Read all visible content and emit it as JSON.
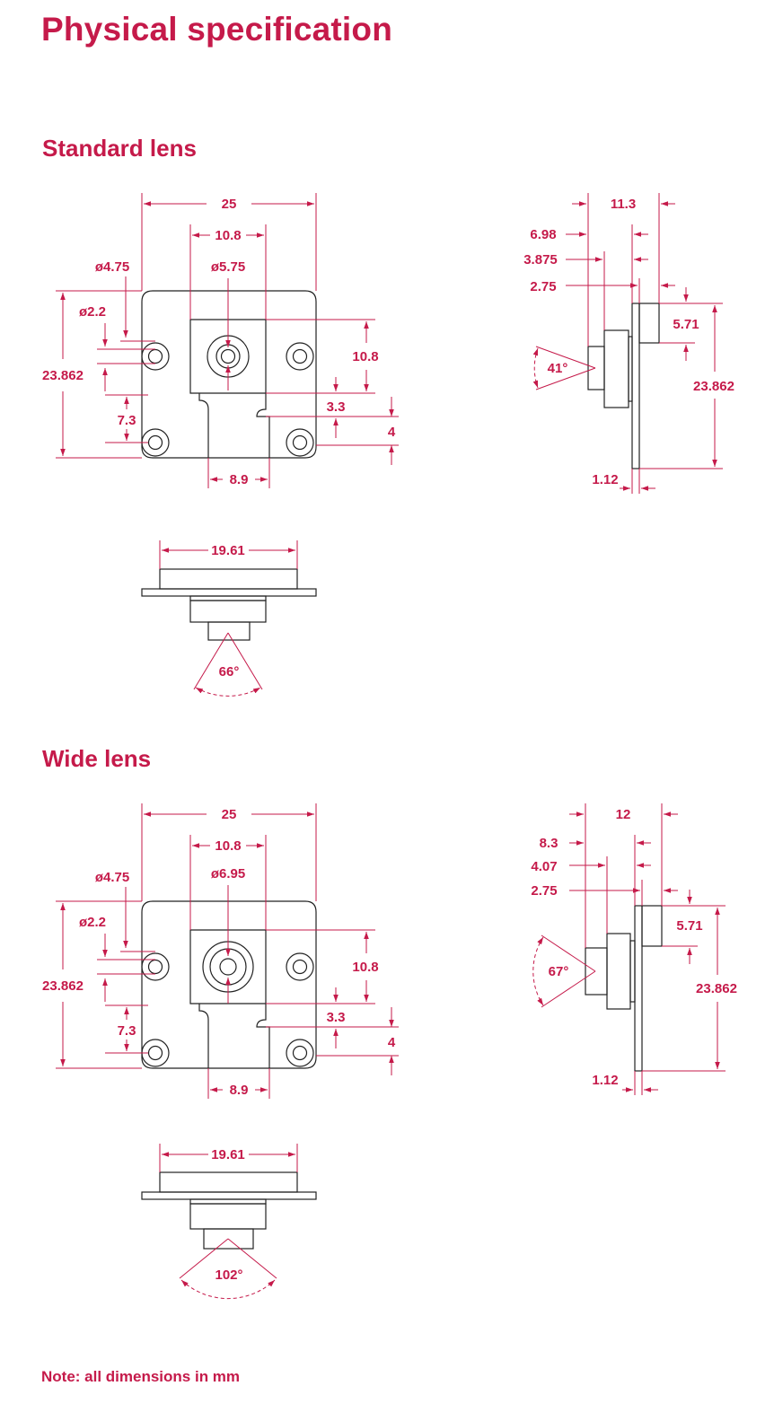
{
  "page_title": "Physical specification",
  "note": "Note: all dimensions in mm",
  "sections": [
    {
      "heading": "Standard lens",
      "front": {
        "width": "25",
        "module_width": "10.8",
        "mount_hole": "ø4.75",
        "lens": "ø5.75",
        "hole": "ø2.2",
        "height": "23.862",
        "module_height": "10.8",
        "notch": "3.3",
        "hole_pitch": "7.3",
        "edge": "4",
        "tab": "8.9"
      },
      "side": {
        "depth": "11.3",
        "d1": "6.98",
        "d2": "3.875",
        "d3": "2.75",
        "top": "5.71",
        "height": "23.862",
        "board": "1.12",
        "angle": "41°"
      },
      "top": {
        "width": "19.61",
        "angle": "66°"
      }
    },
    {
      "heading": "Wide lens",
      "front": {
        "width": "25",
        "module_width": "10.8",
        "mount_hole": "ø4.75",
        "lens": "ø6.95",
        "hole": "ø2.2",
        "height": "23.862",
        "module_height": "10.8",
        "notch": "3.3",
        "hole_pitch": "7.3",
        "edge": "4",
        "tab": "8.9"
      },
      "side": {
        "depth": "12",
        "d1": "8.3",
        "d2": "4.07",
        "d3": "2.75",
        "top": "5.71",
        "height": "23.862",
        "board": "1.12",
        "angle": "67°"
      },
      "top": {
        "width": "19.61",
        "angle": "102°"
      }
    }
  ]
}
